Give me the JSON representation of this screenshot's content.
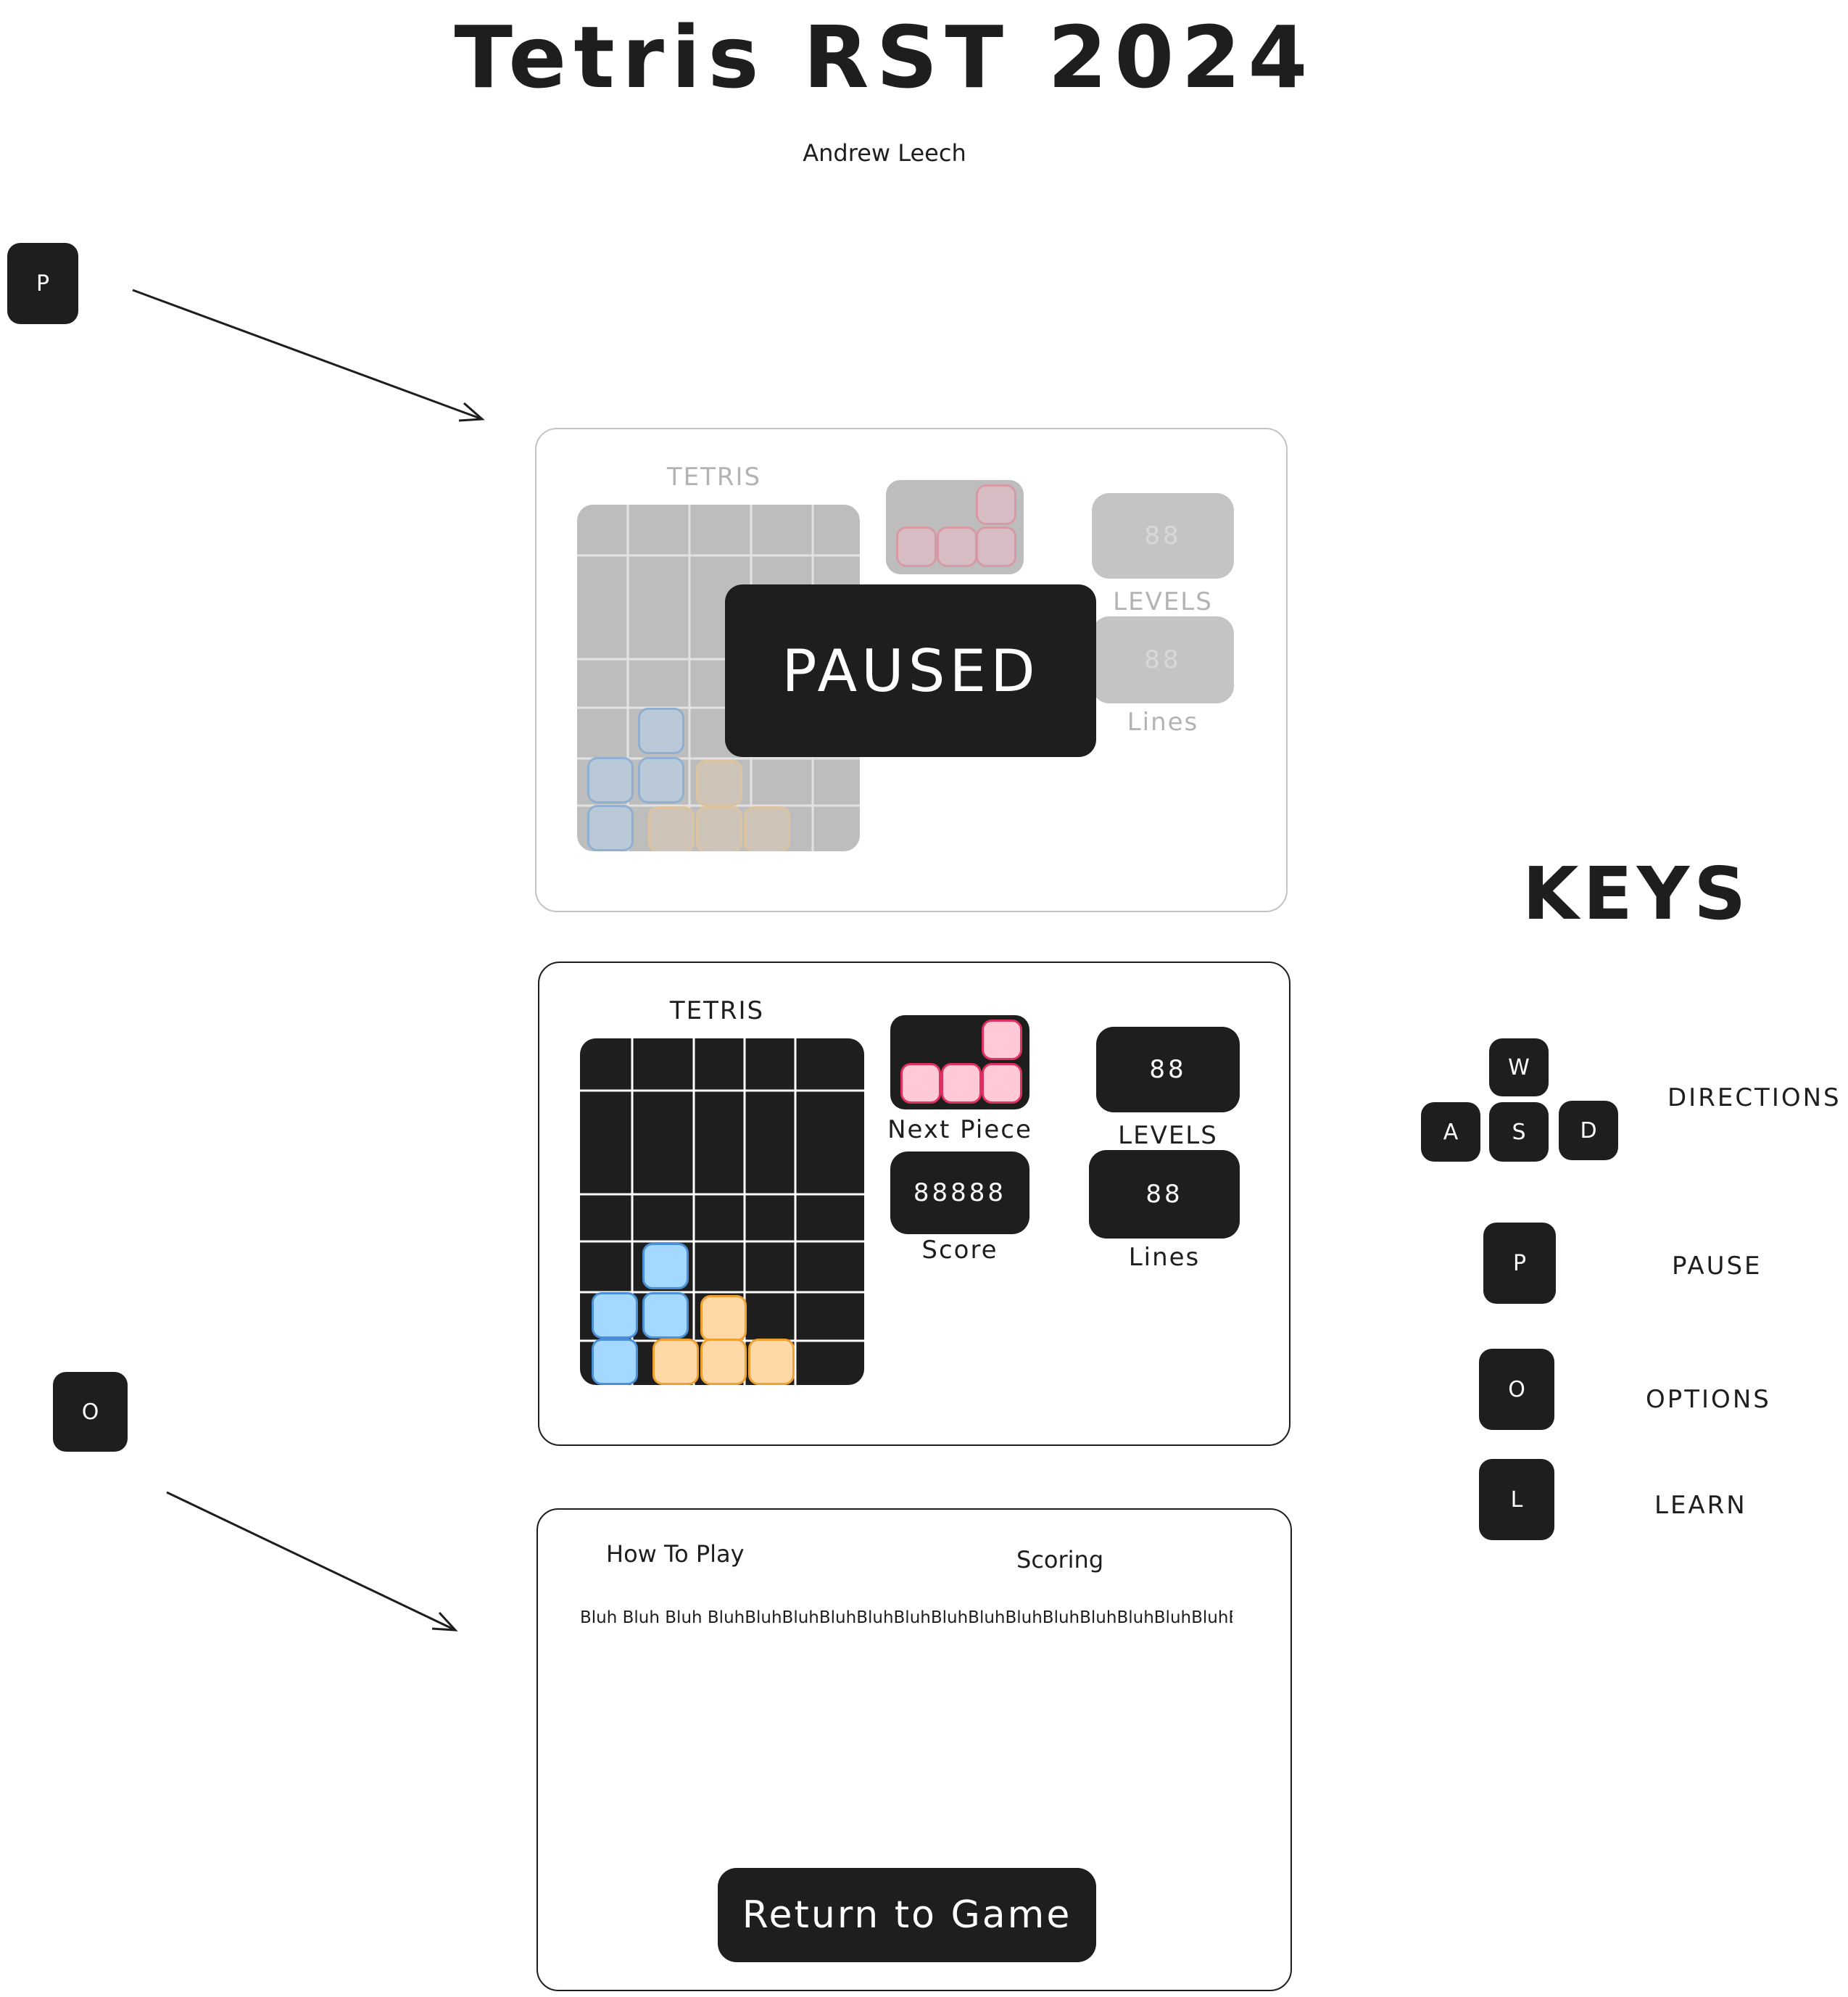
{
  "header": {
    "title": "Tetris RST 2024",
    "author": "Andrew Leech"
  },
  "flow_keys": {
    "pause_key": "P",
    "options_key": "O"
  },
  "paused_screen": {
    "logo": "TETRIS",
    "overlay_text": "PAUSED",
    "levels_value": "88",
    "levels_label": "LEVELS",
    "lines_value": "88",
    "lines_label": "Lines"
  },
  "game_screen": {
    "logo": "TETRIS",
    "next_piece_label": "Next Piece",
    "score_value": "88888",
    "score_label": "Score",
    "levels_value": "88",
    "levels_label": "LEVELS",
    "lines_value": "88",
    "lines_label": "Lines"
  },
  "options_screen": {
    "how_to_play": "How To Play",
    "scoring": "Scoring",
    "body_text": "Bluh Bluh Bluh BluhBluhBluhBluhBluhBluhBluhBluhBluhBluhBluhBluhBluhBluhBluhBluh",
    "return_button": "Return to Game"
  },
  "keys_legend": {
    "heading": "KEYS",
    "w": "W",
    "a": "A",
    "s": "S",
    "d": "D",
    "directions_label": "DIRECTIONS",
    "p": "P",
    "pause_label": "PAUSE",
    "o": "O",
    "options_label": "OPTIONS",
    "l": "L",
    "learn_label": "LEARN"
  },
  "colors": {
    "ink": "#1e1e1e",
    "blue": "#a5d8ff",
    "orange": "#ffd8a8",
    "pink": "#ffc9d8"
  }
}
